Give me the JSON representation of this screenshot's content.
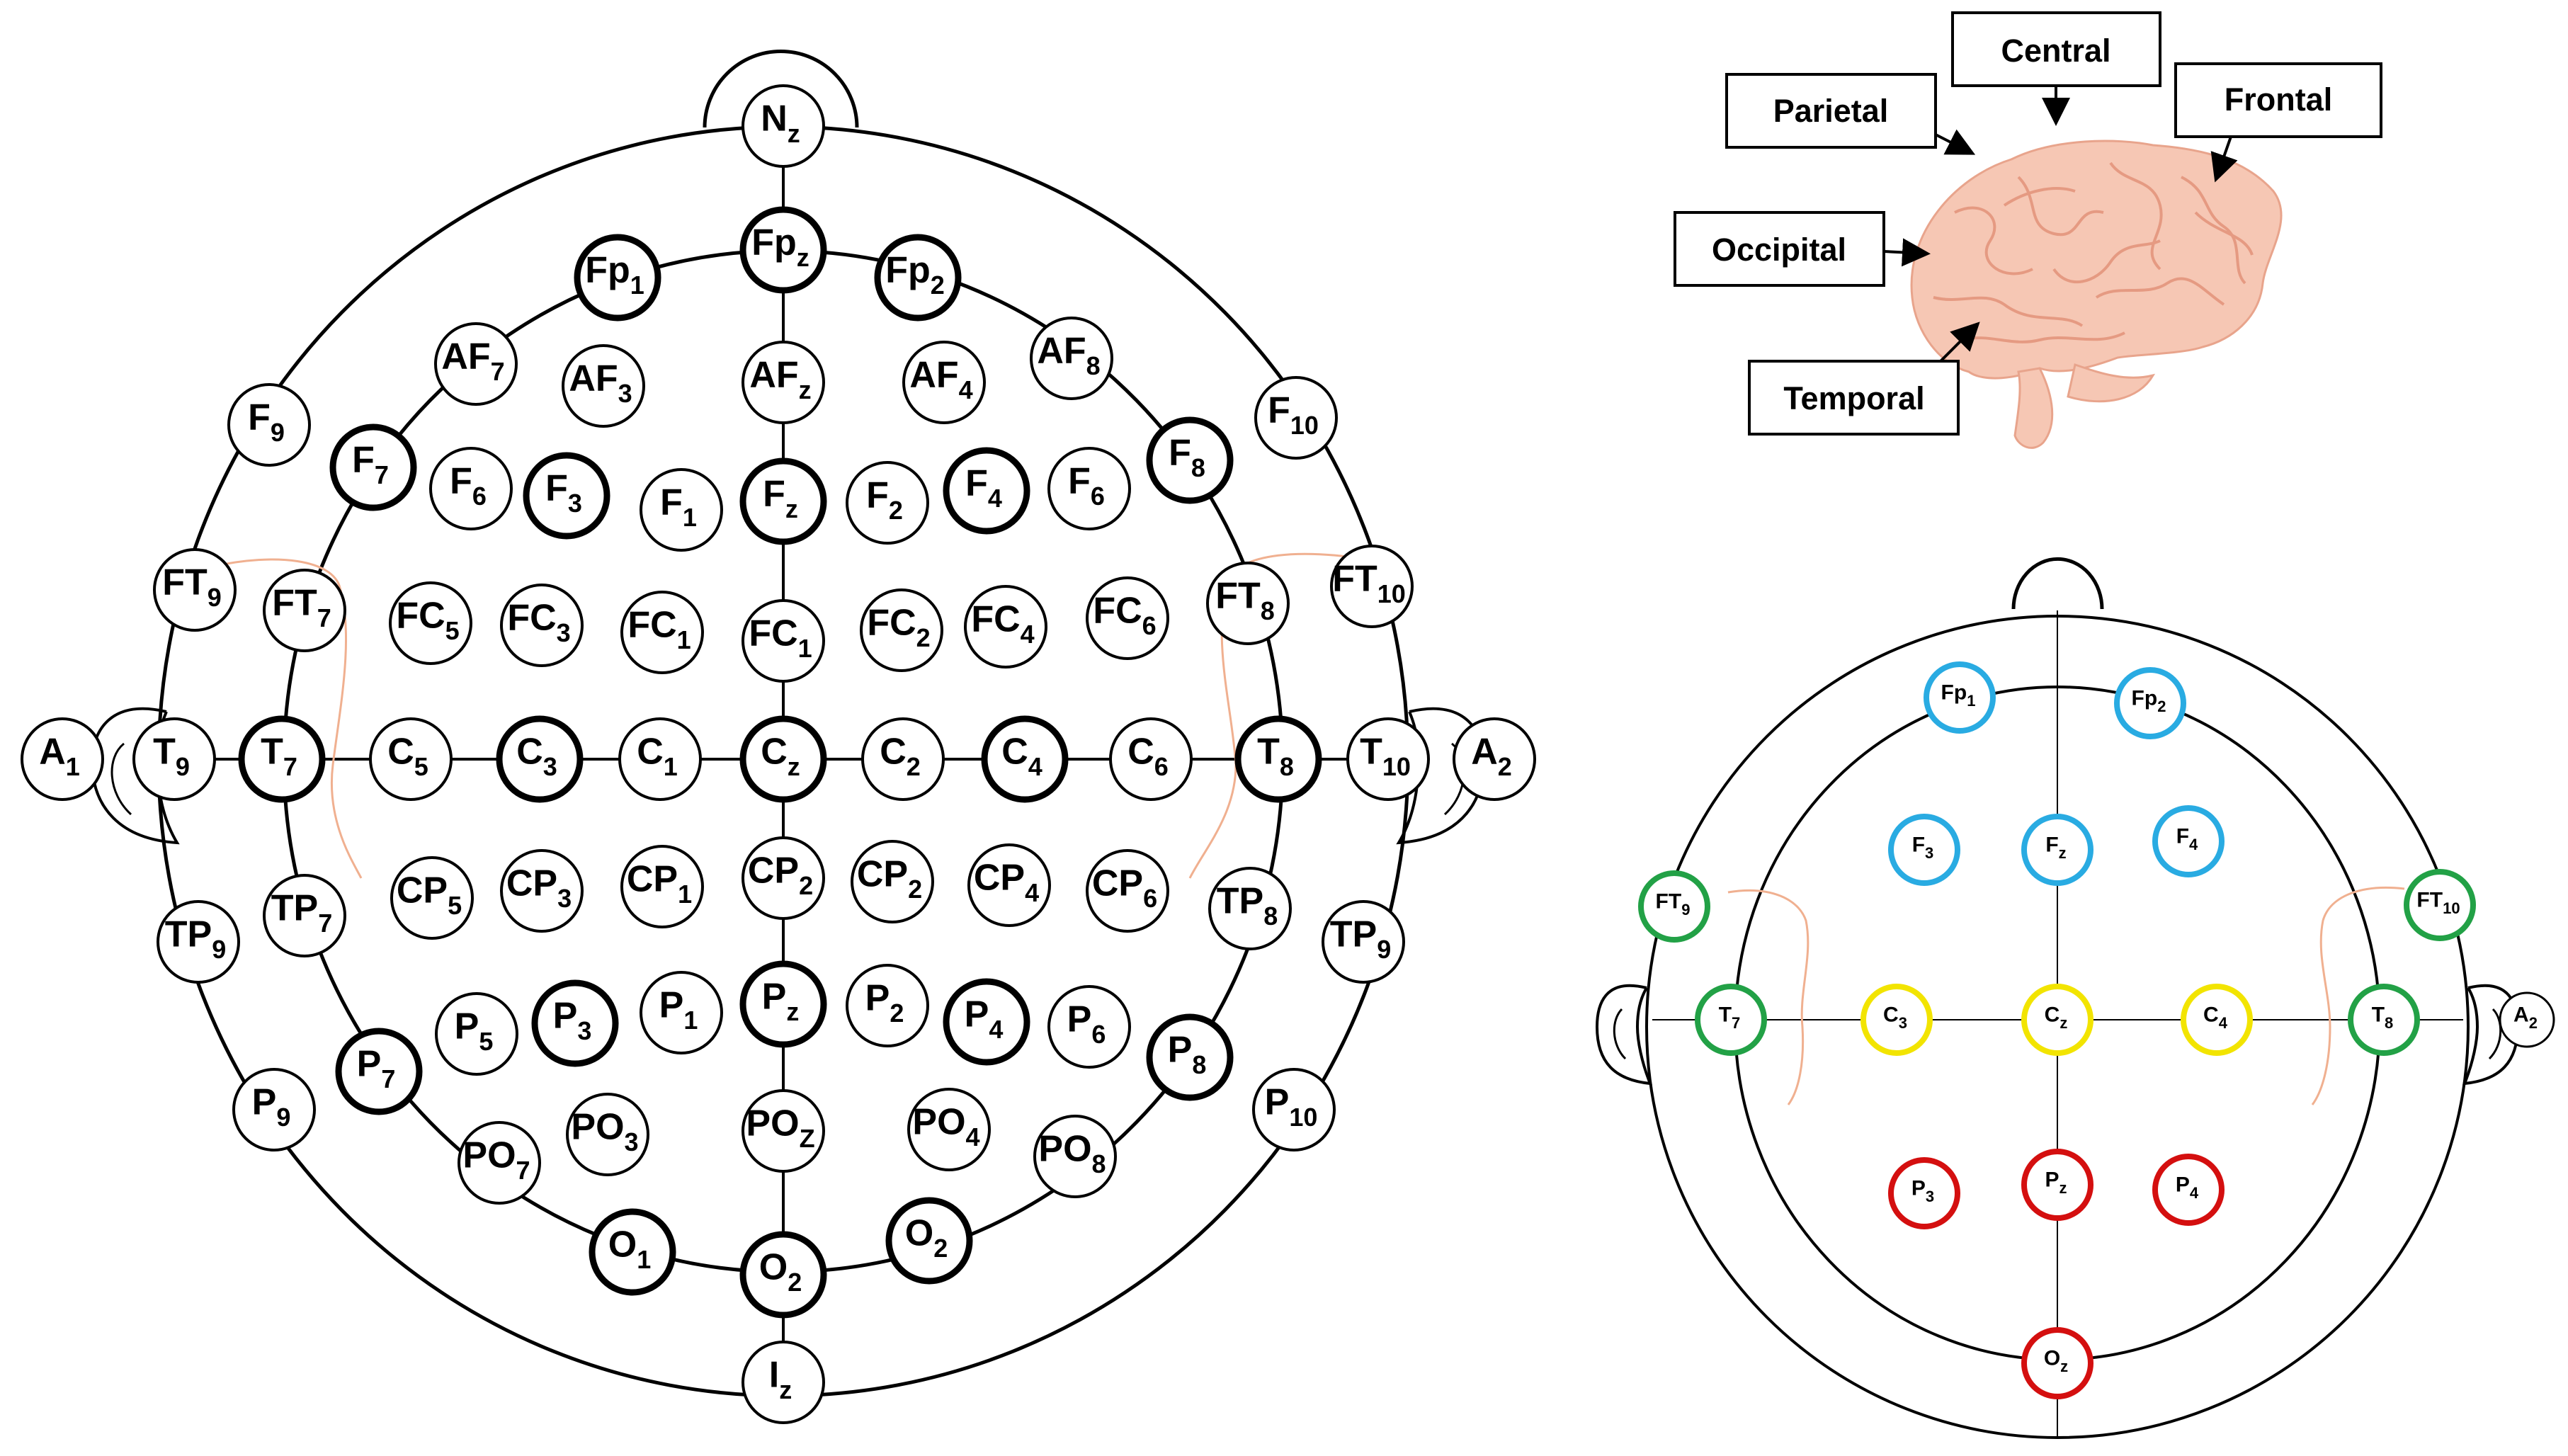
{
  "left_montage": {
    "electrodes": [
      {
        "id": "Nz",
        "label": "N",
        "sub": "z",
        "emphasis": false
      },
      {
        "id": "Fpz",
        "label": "Fp",
        "sub": "z",
        "emphasis": true
      },
      {
        "id": "Fp1",
        "label": "Fp",
        "sub": "1",
        "emphasis": true
      },
      {
        "id": "Fp2",
        "label": "Fp",
        "sub": "2",
        "emphasis": true
      },
      {
        "id": "AF7",
        "label": "AF",
        "sub": "7",
        "emphasis": false
      },
      {
        "id": "AF3",
        "label": "AF",
        "sub": "3",
        "emphasis": false
      },
      {
        "id": "AFz",
        "label": "AF",
        "sub": "z",
        "emphasis": false
      },
      {
        "id": "AF4",
        "label": "AF",
        "sub": "4",
        "emphasis": false
      },
      {
        "id": "AF8",
        "label": "AF",
        "sub": "8",
        "emphasis": false
      },
      {
        "id": "F9",
        "label": "F",
        "sub": "9",
        "emphasis": false
      },
      {
        "id": "F7",
        "label": "F",
        "sub": "7",
        "emphasis": true
      },
      {
        "id": "F5",
        "label": "F",
        "sub": "6",
        "emphasis": false
      },
      {
        "id": "F3",
        "label": "F",
        "sub": "3",
        "emphasis": true
      },
      {
        "id": "F1",
        "label": "F",
        "sub": "1",
        "emphasis": false
      },
      {
        "id": "Fz",
        "label": "F",
        "sub": "z",
        "emphasis": true
      },
      {
        "id": "F2",
        "label": "F",
        "sub": "2",
        "emphasis": false
      },
      {
        "id": "F4",
        "label": "F",
        "sub": "4",
        "emphasis": true
      },
      {
        "id": "F6",
        "label": "F",
        "sub": "6",
        "emphasis": false
      },
      {
        "id": "F8",
        "label": "F",
        "sub": "8",
        "emphasis": true
      },
      {
        "id": "F10",
        "label": "F",
        "sub": "10",
        "emphasis": false
      },
      {
        "id": "FT9",
        "label": "FT",
        "sub": "9",
        "emphasis": false
      },
      {
        "id": "FT7",
        "label": "FT",
        "sub": "7",
        "emphasis": false
      },
      {
        "id": "FC5",
        "label": "FC",
        "sub": "5",
        "emphasis": false
      },
      {
        "id": "FC3",
        "label": "FC",
        "sub": "3",
        "emphasis": false
      },
      {
        "id": "FC1",
        "label": "FC",
        "sub": "1",
        "emphasis": false
      },
      {
        "id": "FCz",
        "label": "FC",
        "sub": "1",
        "emphasis": false
      },
      {
        "id": "FC2",
        "label": "FC",
        "sub": "2",
        "emphasis": false
      },
      {
        "id": "FC4",
        "label": "FC",
        "sub": "4",
        "emphasis": false
      },
      {
        "id": "FC6",
        "label": "FC",
        "sub": "6",
        "emphasis": false
      },
      {
        "id": "FT8",
        "label": "FT",
        "sub": "8",
        "emphasis": false
      },
      {
        "id": "FT10",
        "label": "FT",
        "sub": "10",
        "emphasis": false
      },
      {
        "id": "A1",
        "label": "A",
        "sub": "1",
        "emphasis": false
      },
      {
        "id": "T9",
        "label": "T",
        "sub": "9",
        "emphasis": false
      },
      {
        "id": "T7",
        "label": "T",
        "sub": "7",
        "emphasis": true
      },
      {
        "id": "C5",
        "label": "C",
        "sub": "5",
        "emphasis": false
      },
      {
        "id": "C3",
        "label": "C",
        "sub": "3",
        "emphasis": true
      },
      {
        "id": "C1",
        "label": "C",
        "sub": "1",
        "emphasis": false
      },
      {
        "id": "Cz",
        "label": "C",
        "sub": "z",
        "emphasis": true
      },
      {
        "id": "C2",
        "label": "C",
        "sub": "2",
        "emphasis": false
      },
      {
        "id": "C4",
        "label": "C",
        "sub": "4",
        "emphasis": true
      },
      {
        "id": "C6",
        "label": "C",
        "sub": "6",
        "emphasis": false
      },
      {
        "id": "T8",
        "label": "T",
        "sub": "8",
        "emphasis": true
      },
      {
        "id": "T10",
        "label": "T",
        "sub": "10",
        "emphasis": false
      },
      {
        "id": "A2",
        "label": "A",
        "sub": "2",
        "emphasis": false
      },
      {
        "id": "TP9",
        "label": "TP",
        "sub": "9",
        "emphasis": false
      },
      {
        "id": "TP7",
        "label": "TP",
        "sub": "7",
        "emphasis": false
      },
      {
        "id": "CP5",
        "label": "CP",
        "sub": "5",
        "emphasis": false
      },
      {
        "id": "CP3",
        "label": "CP",
        "sub": "3",
        "emphasis": false
      },
      {
        "id": "CP1",
        "label": "CP",
        "sub": "1",
        "emphasis": false
      },
      {
        "id": "CPz",
        "label": "CP",
        "sub": "2",
        "emphasis": false
      },
      {
        "id": "CP2",
        "label": "CP",
        "sub": "2",
        "emphasis": false
      },
      {
        "id": "CP4",
        "label": "CP",
        "sub": "4",
        "emphasis": false
      },
      {
        "id": "CP6",
        "label": "CP",
        "sub": "6",
        "emphasis": false
      },
      {
        "id": "TP8",
        "label": "TP",
        "sub": "8",
        "emphasis": false
      },
      {
        "id": "TP10",
        "label": "TP",
        "sub": "9",
        "emphasis": false
      },
      {
        "id": "P9",
        "label": "P",
        "sub": "9",
        "emphasis": false
      },
      {
        "id": "P7",
        "label": "P",
        "sub": "7",
        "emphasis": true
      },
      {
        "id": "P5",
        "label": "P",
        "sub": "5",
        "emphasis": false
      },
      {
        "id": "P3",
        "label": "P",
        "sub": "3",
        "emphasis": true
      },
      {
        "id": "P1",
        "label": "P",
        "sub": "1",
        "emphasis": false
      },
      {
        "id": "Pz",
        "label": "P",
        "sub": "z",
        "emphasis": true
      },
      {
        "id": "P2",
        "label": "P",
        "sub": "2",
        "emphasis": false
      },
      {
        "id": "P4",
        "label": "P",
        "sub": "4",
        "emphasis": true
      },
      {
        "id": "P6",
        "label": "P",
        "sub": "6",
        "emphasis": false
      },
      {
        "id": "P8",
        "label": "P",
        "sub": "8",
        "emphasis": true
      },
      {
        "id": "P10",
        "label": "P",
        "sub": "10",
        "emphasis": false
      },
      {
        "id": "PO7",
        "label": "PO",
        "sub": "7",
        "emphasis": false
      },
      {
        "id": "PO3",
        "label": "PO",
        "sub": "3",
        "emphasis": false
      },
      {
        "id": "POz",
        "label": "PO",
        "sub": "Z",
        "emphasis": false
      },
      {
        "id": "PO4",
        "label": "PO",
        "sub": "4",
        "emphasis": false
      },
      {
        "id": "PO8",
        "label": "PO",
        "sub": "8",
        "emphasis": false
      },
      {
        "id": "O1",
        "label": "O",
        "sub": "1",
        "emphasis": true
      },
      {
        "id": "Oz",
        "label": "O",
        "sub": "2",
        "emphasis": true
      },
      {
        "id": "O2",
        "label": "O",
        "sub": "2",
        "emphasis": true
      },
      {
        "id": "Iz",
        "label": "I",
        "sub": "z",
        "emphasis": false
      }
    ]
  },
  "brain_lobes": {
    "labels": [
      {
        "id": "parietal",
        "text": "Parietal"
      },
      {
        "id": "central",
        "text": "Central"
      },
      {
        "id": "frontal",
        "text": "Frontal"
      },
      {
        "id": "occipital",
        "text": "Occipital"
      },
      {
        "id": "temporal",
        "text": "Temporal"
      }
    ],
    "brain_color": "#f6c7b4"
  },
  "right_montage": {
    "colors": {
      "blue": "#29abe2",
      "green": "#22a146",
      "yellow": "#f2e400",
      "red": "#d40f0f"
    },
    "electrodes": [
      {
        "id": "Fp1",
        "label": "Fp",
        "sub": "1",
        "color": "blue"
      },
      {
        "id": "Fp2",
        "label": "Fp",
        "sub": "2",
        "color": "blue"
      },
      {
        "id": "F3",
        "label": "F",
        "sub": "3",
        "color": "blue"
      },
      {
        "id": "Fz",
        "label": "F",
        "sub": "z",
        "color": "blue"
      },
      {
        "id": "F4",
        "label": "F",
        "sub": "4",
        "color": "blue"
      },
      {
        "id": "FT9",
        "label": "FT",
        "sub": "9",
        "color": "green"
      },
      {
        "id": "FT10",
        "label": "FT",
        "sub": "10",
        "color": "green"
      },
      {
        "id": "T7",
        "label": "T",
        "sub": "7",
        "color": "green"
      },
      {
        "id": "C3",
        "label": "C",
        "sub": "3",
        "color": "yellow"
      },
      {
        "id": "Cz",
        "label": "C",
        "sub": "z",
        "color": "yellow"
      },
      {
        "id": "C4",
        "label": "C",
        "sub": "4",
        "color": "yellow"
      },
      {
        "id": "T8",
        "label": "T",
        "sub": "8",
        "color": "green"
      },
      {
        "id": "A2",
        "label": "A",
        "sub": "2",
        "color": "black"
      },
      {
        "id": "P3",
        "label": "P",
        "sub": "3",
        "color": "red"
      },
      {
        "id": "Pz",
        "label": "P",
        "sub": "z",
        "color": "red"
      },
      {
        "id": "P4",
        "label": "P",
        "sub": "4",
        "color": "red"
      },
      {
        "id": "Oz",
        "label": "O",
        "sub": "z",
        "color": "red"
      }
    ]
  }
}
